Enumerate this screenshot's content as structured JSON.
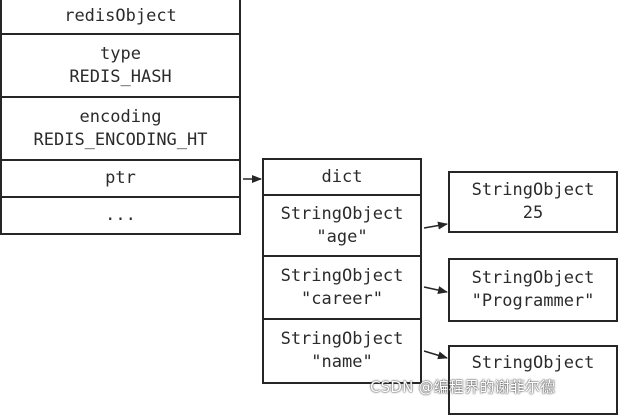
{
  "redis_object": {
    "title": "redisObject",
    "type_label": "type",
    "type_value": "REDIS_HASH",
    "encoding_label": "encoding",
    "encoding_value": "REDIS_ENCODING_HT",
    "ptr_label": "ptr",
    "ellipsis": "..."
  },
  "dict": {
    "title": "dict",
    "entries": [
      {
        "key_type": "StringObject",
        "key": "\"age\"",
        "value_type": "StringObject",
        "value": "25"
      },
      {
        "key_type": "StringObject",
        "key": "\"career\"",
        "value_type": "StringObject",
        "value": "\"Programmer\""
      },
      {
        "key_type": "StringObject",
        "key": "\"name\"",
        "value_type": "StringObject"
      }
    ]
  },
  "watermark": "CSDN @编程界的谢菲尔德",
  "colors": {
    "border": "#262626",
    "text": "#2b2b2b",
    "background": "#ffffff"
  }
}
